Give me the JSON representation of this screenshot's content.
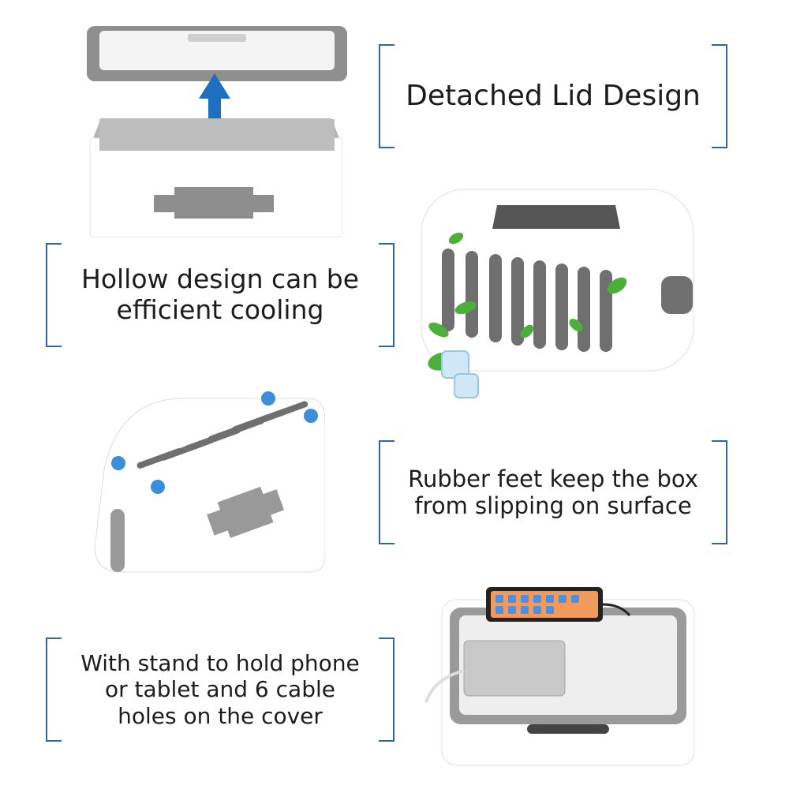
{
  "captions": {
    "lid": "Detached Lid Design",
    "cooling": "Hollow design can be\nefficient cooling",
    "feet": "Rubber feet keep the box\nfrom slipping on surface",
    "stand": "With stand to hold phone\nor tablet and 6 cable\nholes on the cover"
  },
  "colors": {
    "accent_blue": "#2f62a8",
    "arrow_blue": "#1f6fc0",
    "box_white": "#ffffff",
    "box_gray": "#9a9a9a",
    "foot_blue": "#3b8fd9",
    "leaf_green": "#4caf3a"
  },
  "icons": {
    "arrow": "double-arrow-vertical-icon",
    "leaf": "leaf-icon",
    "ice": "ice-cube-icon"
  }
}
